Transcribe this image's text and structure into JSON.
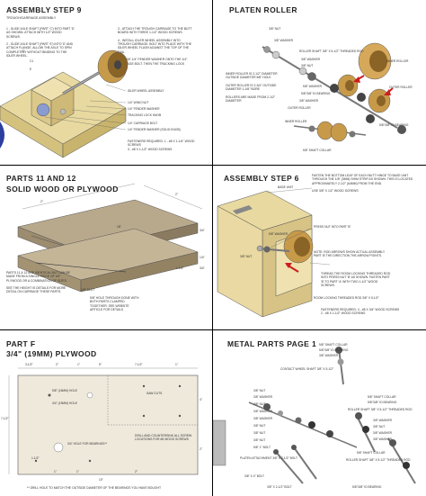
{
  "p1": {
    "title": "ASSEMBLY STEP 9",
    "subtitle": "TROUGH/CARRIAGE ASSEMBLY",
    "note_left": "1 - SLIDE AXLE SHAFT (PART 'C') INTO PART 'D' AS SHOWN. ATTACH WITH 1/2\" WOOD SCREWS.\n\n2 - SLIDE AXLE SHAFT (PART 'E') INTO 'D' AND ATTACH FLANGE. ALLOW THE AXLE TO SPIN COMPLETELY WITHOUT BINDING TO THE IDLER WHEEL.",
    "note_right": "3 - ATTACH THE TROUGH CARRIAGE TO THE BUTT BOARD WITH THREE 1-1/2\" WOOD SCREWS.\n\n4 - INSTALL IDLER WHEEL ASSEMBLY INTO TROUGH CARRIAGE. BOLT INTO PLACE WITH THE IDLER WHEEL FLUSH AGAINST THE TOP OF THE RAIL.\n\n5 - SLIDE 1/4\" FENDER WASHER ONTO THE 1/4\" CARRIAGE BOLT. THEN THE TRACKING LOCK KNOB.",
    "labels": [
      "IDLER WHEEL ASSEMBLY",
      "1/4\" WING NUT",
      "1/4\" FENDER WASHER",
      "TRACKING LOCK KNOB",
      "1/4\" CARRIAGE BOLT",
      "1/4\" FENDER WASHER (SOLID KNOB)"
    ],
    "letters": [
      "D",
      "C1",
      "E"
    ],
    "fasteners": "FASTENERS REQUIRED: 1 - #8 x 1-1/4\" WOOD SCREWS\n3 - #8 x 1-1/2\" WOOD SCREWS"
  },
  "p2": {
    "title": "PLATEN ROLLER",
    "labels_left": [
      "3/8\" NUT",
      "3/8\" WASHER",
      "3/8\" WASHER",
      "3/8\" NUT"
    ],
    "labels_right": [
      "ROLLER SHAFT 3/8\" X 5-1/2\" THREADED ROD",
      "INNER ROLLER",
      "OUTER ROLLER",
      "5/8\"/3/8\" ID BEARING",
      "5/8\" SHAFT COLLAR"
    ],
    "labels_mid": [
      "5/8\" WASHER",
      "5/8\"/3/8\" ID BEARING",
      "OUTER ROLLER",
      "INNER ROLLER",
      "3/8\" WASHER"
    ],
    "note": "INNER ROLLER IS 2-1/2\" DIAMETER OUTSIDE DIAMETER 5/8\" HOLE\n\nOUTER ROLLER IS 2-3/4\" OUTSIDE DIAMETER 1-1/8\" BORE\n\nROLLERS ARE MADE FROM 2-1/2\" DIAMETER"
  },
  "p3": {
    "title": "PARTS 11 AND 12",
    "title2": "SOLID WOOD OR PLYWOOD",
    "note": "PARTS 11 & 12 ARE IDENTICAL BUT CAN BE MADE FROM A SINGLE PIECE OF 3/4\" PLYWOOD OR A COMBINATION OF SIZES.\n\nSEE THE HEIGHT IS DETAILS FOR MORE DETAIL ON CARRIAGE THESE PARTS.",
    "dims": [
      "2\"",
      "2\"",
      "18\"",
      "3/4\"",
      "1/4\"",
      "1-1/4\"",
      "3/4\""
    ],
    "note2": "5/8\" HOLE THROUGH DONE WITH BOTH PARTS CLAMPED TOGETHER. SEE WEBSITE ARTICLE FOR DETAILS",
    "slot": "1/8\" SLOT"
  },
  "p4": {
    "title": "ASSEMBLY STEP 6",
    "note_top": "FASTEN THE BOTTOM LEAF OF EACH BUTT HINGE TO BASE UNIT THROUGH THE 1/8\" (3MM) SHIM STRIP AS SHOWN. THIS IS LOCATED APPROXIMATELY 2-1/2\" (64MM) FROM THE END.\n\nUSE 3/8\" X 1/2\" WOOD SCREWS",
    "labels": [
      "BASE UNIT",
      "PRESS NUT INTO PART 'B'",
      "5/8\" WASHER",
      "3/8\" NUT",
      "ROOM LOCKING THREADED ROD 3/8\" X 5-1/2\""
    ],
    "note_mid": "NOTE: ROD ARROWS SHOW ACTUAL ASSEMBLY PART IS THE DIRECTION THE ARROW POINTS.",
    "note_low": "THREAD THE ROOM LOCKING THREADED ROD INTO PRESS NUT 'B' AS SHOWN. FASTEN PART 'B' TO PART 'A' WITH TWO 1-1/2\" WOOD SCREWS.",
    "fasteners": "FASTENERS REQUIRED: 4 - #8 x 3/4\" WOOD SCREWS\n2 - #8 x 1-1/2\" WOOD SCREWS"
  },
  "p5": {
    "title": "PART F",
    "title2": "3/4\" (19MM) PLYWOOD",
    "labels": [
      "5/8\" (16MM) HOLE",
      "3/4\" (19MM) HOLE",
      "SAW CUTS",
      "3/4\" HOLE FOR BEARINGS**",
      "DRILL AND COUNTERSINK ALL SCREW LOCATIONS FOR #8 WOOD SCREWS"
    ],
    "dims": [
      "3-1/2\"",
      "2\"",
      "1\"",
      "5\"",
      "7-1/2\"",
      "1\"",
      "7-1/2\"",
      "4\"",
      "2\"",
      "1-1/2\"",
      "1\"",
      "1\"",
      "2\"",
      "10\""
    ],
    "footnote": "** DRILL HOLE TO MATCH THE OUTSIDE DIAMETER OF THE BEARINGS YOU HAVE BOUGHT"
  },
  "p6": {
    "title": "METAL PARTS PAGE 1",
    "labels_top": [
      "5/8\" SHAFT COLLAR",
      "5/8\"/3/8\" ID BEARING",
      "3/8\" WASHER",
      "CONTACT WHEEL SHAFT 3/8\" X 5-1/2\""
    ],
    "labels_left": [
      "3/8\" NUT",
      "3/8\" WASHER",
      "3/8\" NUT",
      "3/8\" WASHER",
      "3/8\" WASHER",
      "3/8\" NUT",
      "3/8\" NUT",
      "3/8\" NUT",
      "5/8\" 1\" BOLT",
      "PLATEN ATTACHMENT 3/8\" X 2-1/2\" BOLT",
      "3/8\" X 4\" BOLT",
      "3/8\" X 2-1/2\" BOLT"
    ],
    "labels_right": [
      "5/8\" SHAFT COLLAR",
      "5/8\"/3/8\" ID BEARING",
      "ROLLER SHAFT 3/8\" X 5-1/2\" THREADED ROD",
      "3/8\" WASHER",
      "3/8\" NUT",
      "3/8\" WASHER",
      "3/8\" WASHER",
      "5/8\" SHAFT COLLAR",
      "ROLLER SHAFT 3/8\" X 5-1/2\" THREADED ROD",
      "5/8\"/3/8\" ID BEARING"
    ]
  }
}
